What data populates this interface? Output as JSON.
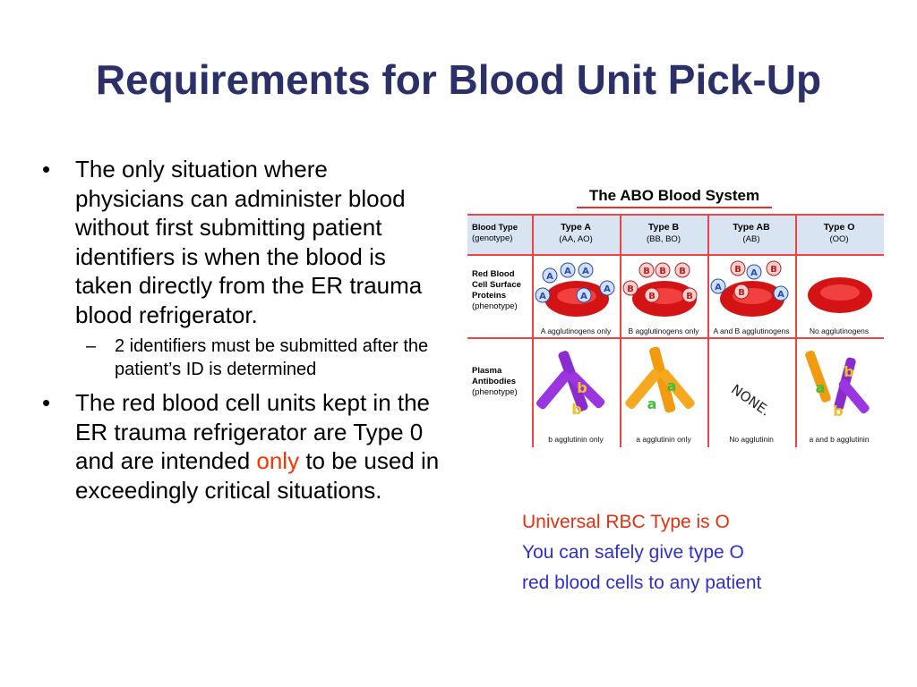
{
  "slide": {
    "title": "Requirements for Blood Unit Pick-Up",
    "bullets": [
      {
        "symbol": "•",
        "text": "The only situation where physicians can administer blood without first submitting patient identifiers is when the blood is taken directly from the ER trauma blood refrigerator.",
        "sub": {
          "symbol": "–",
          "text": "2 identifiers must be submitted after the patient’s ID is determined"
        }
      },
      {
        "symbol": "•",
        "text_before": "The red blood cell units kept in the ER trauma refrigerator are Type 0 and are intended ",
        "highlight": "only",
        "text_after": " to be used in exceedingly critical situations."
      }
    ],
    "note": {
      "line1": "Universal RBC Type is O",
      "line2": "You can safely give type O",
      "line3": "red blood cells to any patient"
    },
    "colors": {
      "title": "#2b3068",
      "highlight": "#ff3300",
      "note_red": "#e03010",
      "note_blue": "#3030c8"
    }
  },
  "abo_chart": {
    "title": "The ABO Blood System",
    "row_labels": {
      "blood_type": "Blood Type",
      "blood_type_sub": "(genotype)",
      "rbc_1": "Red Blood",
      "rbc_2": "Cell Surface",
      "rbc_3": "Proteins",
      "rbc_sub": "(phenotype)",
      "plasma_1": "Plasma",
      "plasma_2": "Antibodies",
      "plasma_sub": "(phenotype)"
    },
    "columns": [
      {
        "type": "Type A",
        "genotype": "(AA, AO)",
        "antigen_caption": "A agglutinogens only",
        "antibody_caption": "b agglutinin only",
        "antigens": [
          "A"
        ],
        "antibodies": [
          "b"
        ]
      },
      {
        "type": "Type B",
        "genotype": "(BB, BO)",
        "antigen_caption": "B agglutinogens only",
        "antibody_caption": "a agglutinin only",
        "antigens": [
          "B"
        ],
        "antibodies": [
          "a"
        ]
      },
      {
        "type": "Type AB",
        "genotype": "(AB)",
        "antigen_caption": "A and B agglutinogens",
        "antibody_caption": "No agglutinin",
        "antigens": [
          "A",
          "B"
        ],
        "antibodies": []
      },
      {
        "type": "Type O",
        "genotype": "(OO)",
        "antigen_caption": "No agglutinogens",
        "antibody_caption": "a and b agglutinin",
        "antigens": [],
        "antibodies": [
          "a",
          "b"
        ]
      }
    ],
    "none_label": "NONE."
  }
}
